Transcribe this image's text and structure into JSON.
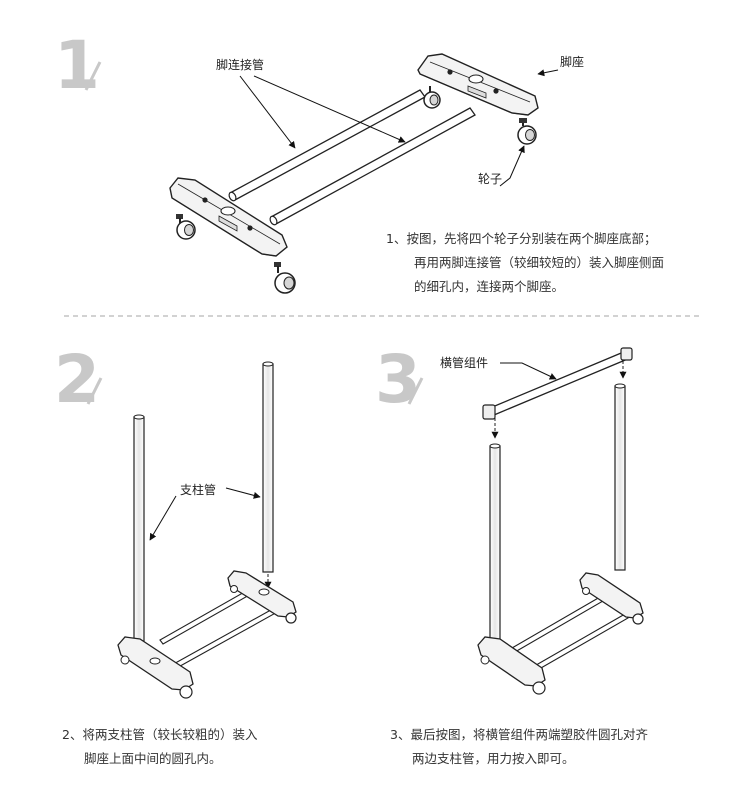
{
  "steps": [
    {
      "number": "1",
      "labels": {
        "connect_tube": "脚连接管",
        "base": "脚座",
        "wheel": "轮子"
      },
      "caption": [
        "1、按图，先将四个轮子分别装在两个脚座底部；",
        "再用两脚连接管（较细较短的）装入脚座侧面",
        "的细孔内，连接两个脚座。"
      ]
    },
    {
      "number": "2",
      "labels": {
        "pillar": "支柱管"
      },
      "caption": [
        "2、将两支柱管（较长较粗的）装入",
        "脚座上面中间的圆孔内。"
      ]
    },
    {
      "number": "3",
      "labels": {
        "crossbar": "横管组件"
      },
      "caption": [
        "3、最后按图，将横管组件两端塑胶件圆孔对齐",
        "两边支柱管，用力按入即可。"
      ]
    }
  ]
}
